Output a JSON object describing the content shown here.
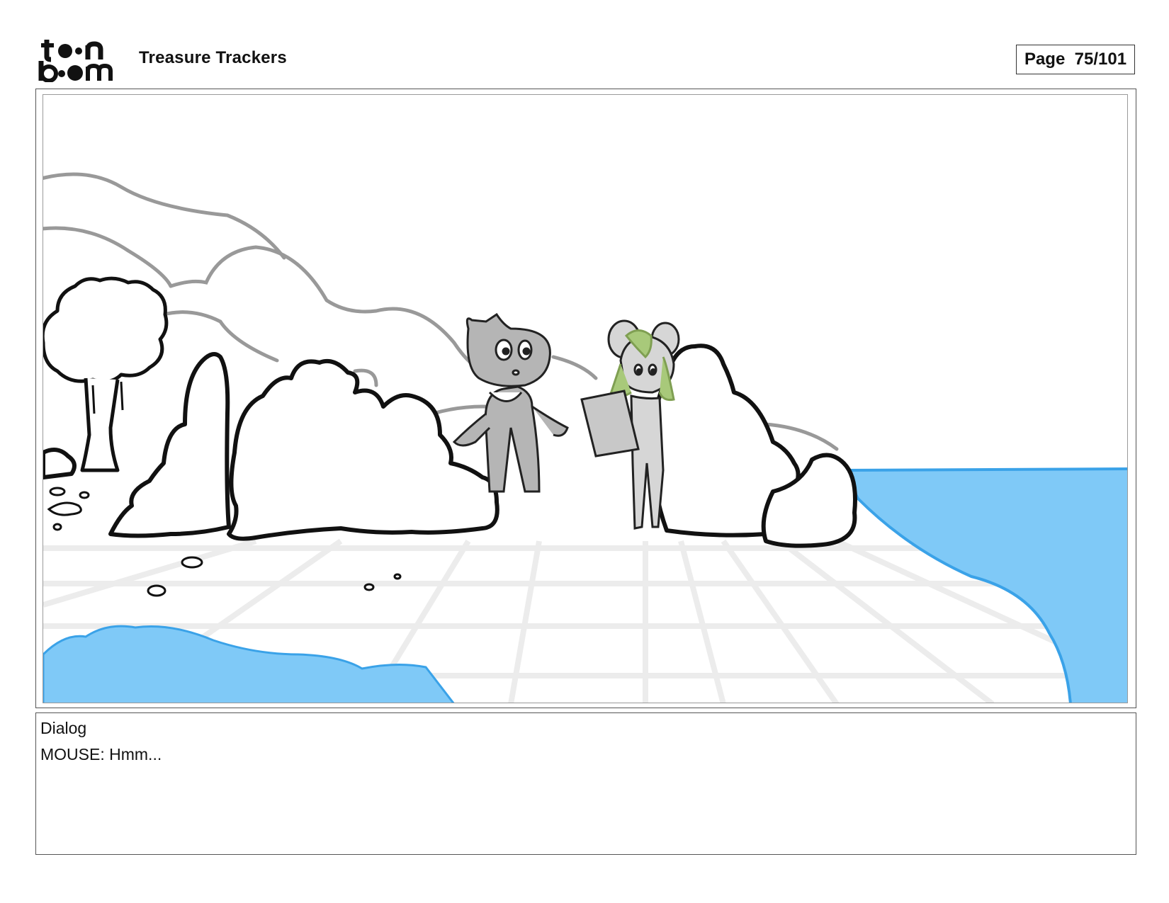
{
  "header": {
    "logo_text": "toon boom",
    "title": "Treasure Trackers",
    "page_label": "Page",
    "page_number": "75/101"
  },
  "panel": {
    "water_color": "#7fc9f7"
  },
  "dialog": {
    "heading": "Dialog",
    "line": "MOUSE: Hmm..."
  }
}
